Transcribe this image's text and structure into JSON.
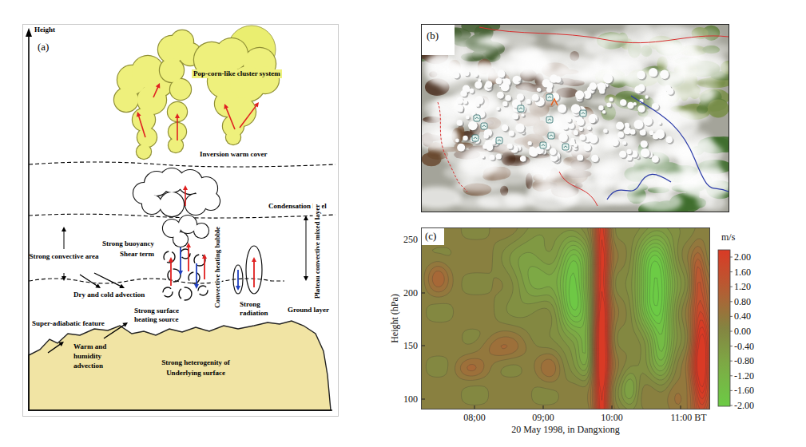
{
  "diagram": {
    "nodes": [
      {
        "text": [
          "(a)"
        ]
      },
      {
        "text": [
          "(b)"
        ]
      },
      {
        "text": [
          "(c)"
        ]
      }
    ],
    "labels": [
      "Height",
      "Pop-corn-like cluster system",
      "Inversion warm cover",
      "Condensation level",
      "Strong convective area",
      "Strong buoyancy",
      "Shear term",
      "Convective heating bubble",
      "Plateau convective mixed layer",
      "Dry and cold advection",
      "Ground layer",
      "Super-adiabatic feature",
      "Strong surface heating source",
      "Strong radiation",
      "Warm and humidity advection",
      "Strong heterogenity of Underlying surface",
      "250",
      "200",
      "150",
      "100",
      "Height (hPa)",
      "08;00",
      "09;00",
      "10:00",
      "11:00 BT",
      "20 May 1998, in Dangxiong",
      "m/s",
      "2.00",
      "1.60",
      "1.20",
      "0.80",
      "0.40",
      "0.00",
      "-0.40",
      "-0.80",
      "-1.20",
      "-1.60",
      "-2.00"
    ]
  }
}
